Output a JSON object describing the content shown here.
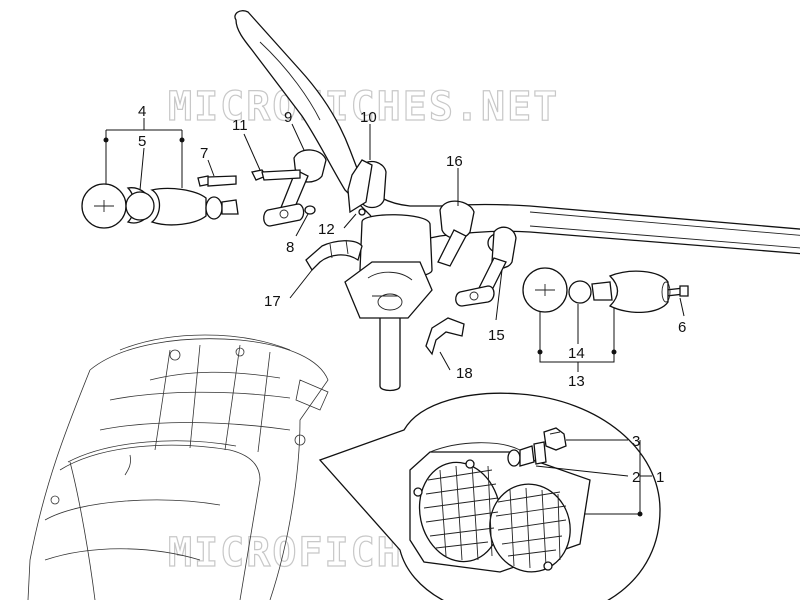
{
  "watermark": "MICROFICHES.NET",
  "callouts": {
    "c1": "1",
    "c2": "2",
    "c3": "3",
    "c4": "4",
    "c5": "5",
    "c6": "6",
    "c7": "7",
    "c8": "8",
    "c9": "9",
    "c10": "10",
    "c11": "11",
    "c12": "12",
    "c13": "13",
    "c14": "14",
    "c15": "15",
    "c16": "16",
    "c17": "17",
    "c18": "18"
  }
}
